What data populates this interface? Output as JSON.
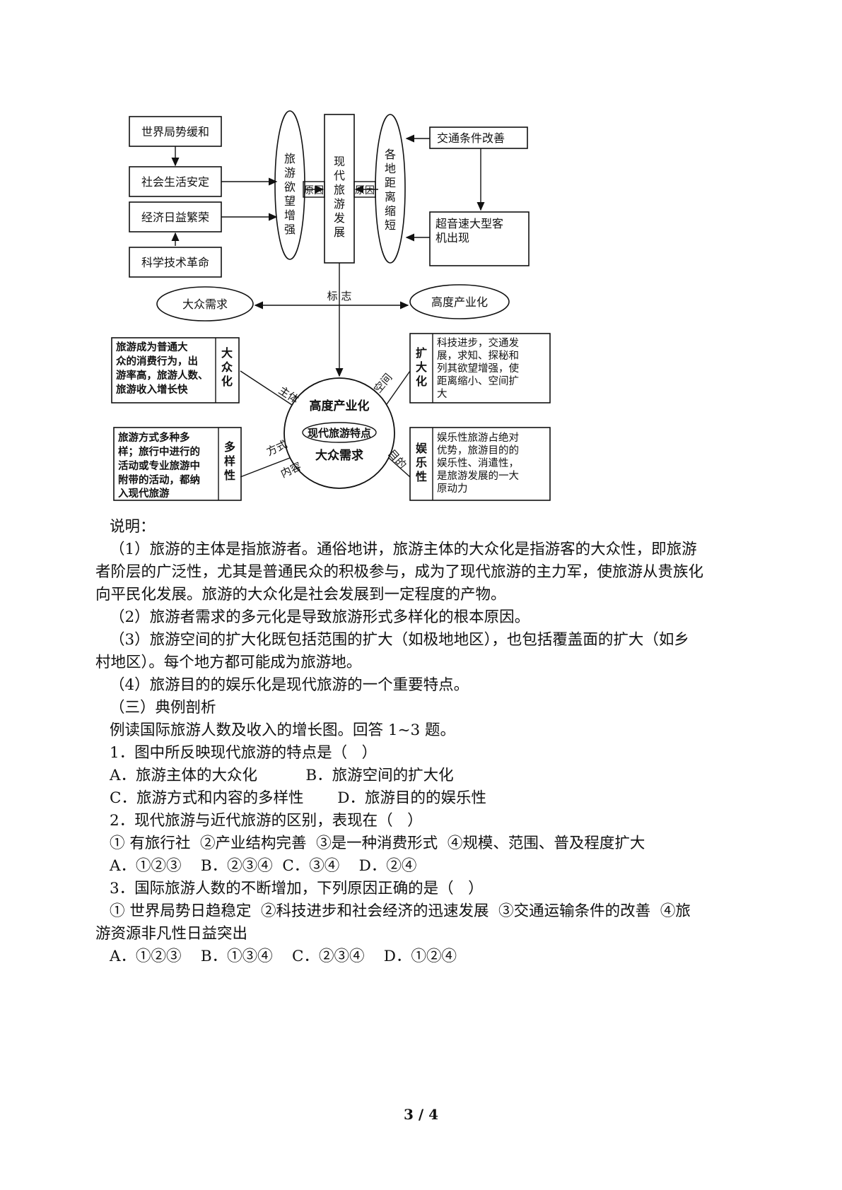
{
  "diagram": {
    "left_boxes": [
      "世界局势缓和",
      "社会生活安定",
      "经济日益繁荣",
      "科学技术革命"
    ],
    "oval_left": "旅游欲望增强",
    "center_column": "现代旅游发展",
    "oval_right": "各地距离缩短",
    "reason_left": "原因",
    "reason_right": "原因",
    "right_box_top": "交通条件改善",
    "right_box_bottom": [
      "超音速大型客",
      "机出现"
    ],
    "ellipse_left": "大众需求",
    "ellipse_right": "高度产业化",
    "sign_label": "标  志",
    "circle_top": "高度产业化",
    "circle_mid": "现代旅游特点",
    "circle_bottom": "大众需求",
    "branch_tl": {
      "edge": "主体",
      "tag": "大众化",
      "text": [
        "旅游成为普通大",
        "众的消费行为，出",
        "游率高，旅游人数、",
        "旅游收入增长快"
      ]
    },
    "branch_bl": {
      "edge_a": "方式",
      "edge_b": "内容",
      "tag": "多样性",
      "text": [
        "旅游方式多种多",
        "样；旅行中进行的",
        "活动或专业旅游中",
        "附带的活动，都纳",
        "入现代旅游"
      ]
    },
    "branch_tr": {
      "edge": "空间",
      "tag": "扩大化",
      "text": [
        "科技进步，交通发",
        "展，求知、探秘和",
        "列其欲望增强，使",
        "距离缩小、空间扩",
        "大"
      ]
    },
    "branch_br": {
      "edge": "目的",
      "tag": "娱乐性",
      "text": [
        "娱乐性旅游占绝对",
        "优势，旅游目的的",
        "娱乐性、消遣性，",
        "是旅游发展的一大",
        "原动力"
      ]
    }
  },
  "text": {
    "shuoming": "说明：",
    "p1_l1": "（1）旅游的主体是指旅游者。通俗地讲，旅游主体的大众化是指游客的大众性，即旅游",
    "p1_l2": "者阶层的广泛性，尤其是普通民众的积极参与，成为了现代旅游的主力军，使旅游从贵族化",
    "p1_l3": "向平民化发展。旅游的大众化是社会发展到一定程度的产物。",
    "p2": "（2）旅游者需求的多元化是导致旅游形式多样化的根本原因。",
    "p3_l1": "（3）旅游空间的扩大化既包括范围的扩大（如极地地区），也包括覆盖面的扩大（如乡",
    "p3_l2": "村地区）。每个地方都可能成为旅游地。",
    "p4": "（4）旅游目的的娱乐化是现代旅游的一个重要特点。",
    "section": "（三）典例剖析",
    "intro": "例读国际旅游人数及收入的增长图。回答 1~3 题。",
    "q1": "1．图中所反映现代旅游的特点是（   ）",
    "q1_ab": "A．旅游主体的大众化          B．旅游空间的扩大化",
    "q1_cd": "C．旅游方式和内容的多样性       D．旅游目的的娱乐性",
    "q2": "2．现代旅游与近代旅游的区别，表现在（   ）",
    "q2_items": "① 有旅行社  ②产业结构完善  ③是一种消费形式  ④规模、范围、普及程度扩大",
    "q2_opts": "A．①②③    B．②③④  C．③④    D．②④",
    "q3": "3．国际旅游人数的不断增加，下列原因正确的是（   ）",
    "q3_l1": "① 世界局势日趋稳定  ②科技进步和社会经济的迅速发展  ③交通运输条件的改善  ④旅",
    "q3_l2": "游资源非凡性日益突出",
    "q3_opts": "A．①②③    B．①③④    C．②③④    D．①②④"
  },
  "footer": "3 / 4"
}
